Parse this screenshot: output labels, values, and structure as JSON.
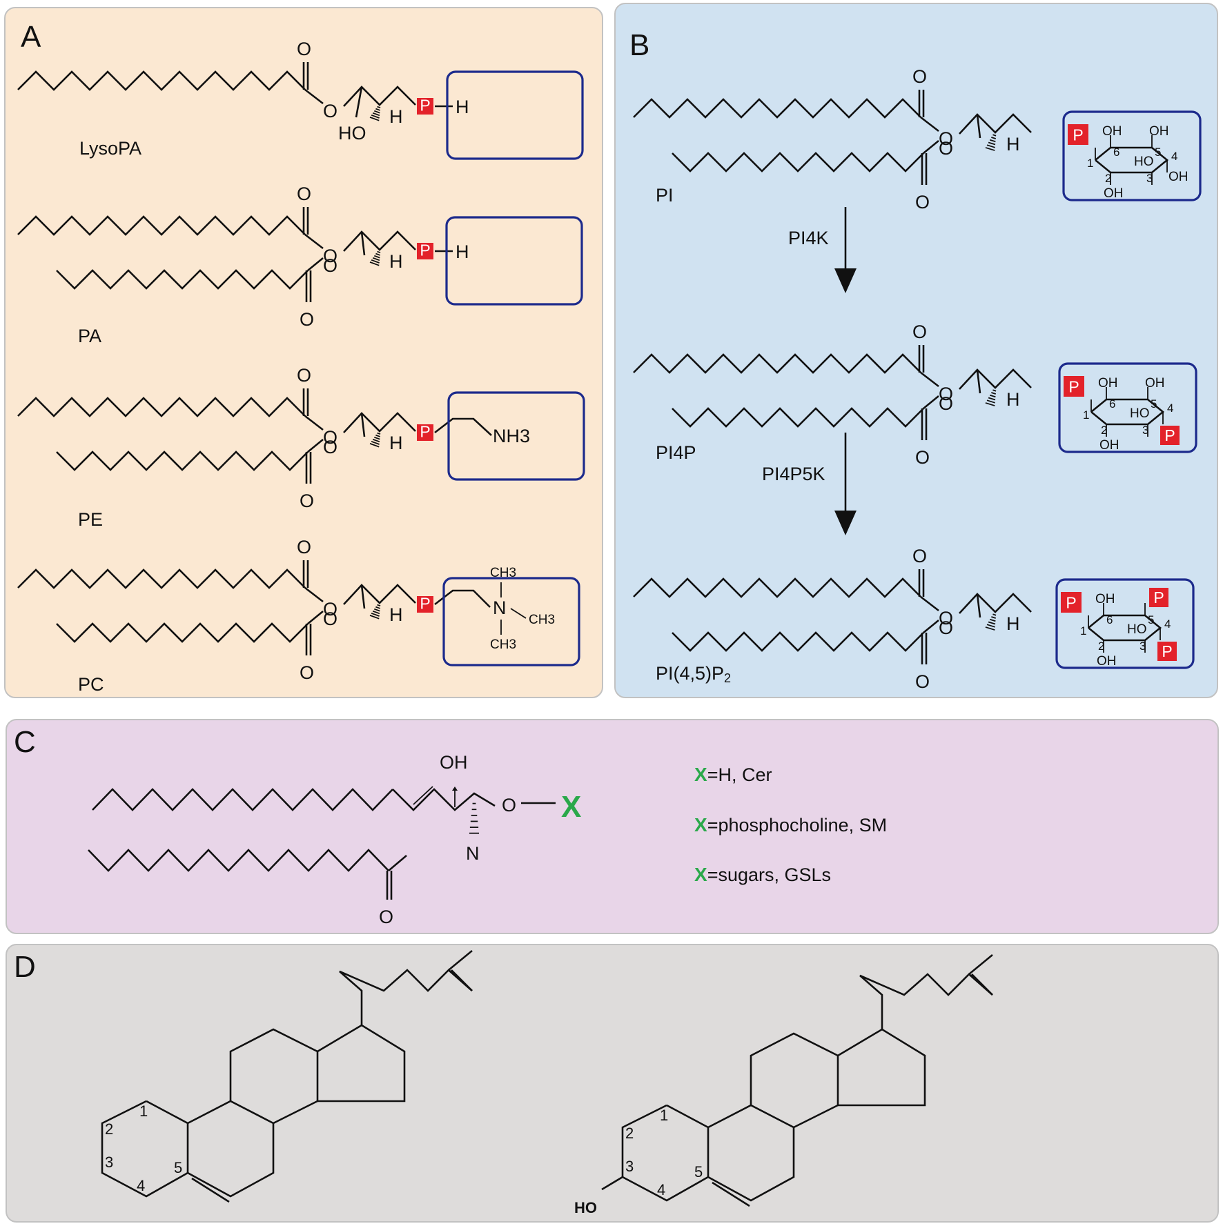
{
  "panels": {
    "a": {
      "label": "A"
    },
    "b": {
      "label": "B"
    },
    "c": {
      "label": "C"
    },
    "d": {
      "label": "D"
    }
  },
  "panel_a": {
    "lipids": [
      "LysoPA",
      "PA",
      "PE",
      "PC"
    ]
  },
  "panel_b": {
    "lipids": [
      "PI",
      "PI4P",
      "PI(4,5)P2"
    ],
    "enzymes": [
      "PI4K",
      "PI4P5K"
    ]
  },
  "panel_c": {
    "oh": "OH",
    "o": "O",
    "n": "N",
    "carbonyl_o": "O",
    "x": "X",
    "legend": [
      {
        "x": "X",
        "text": "=H, Cer"
      },
      {
        "x": "X",
        "text": "=phosphocholine, SM"
      },
      {
        "x": "X",
        "text": "=sugars, GSLs"
      }
    ]
  },
  "panel_d": {
    "left_numbers": [
      "1",
      "2",
      "3",
      "4",
      "5"
    ],
    "right_numbers": [
      "1",
      "2",
      "3",
      "4",
      "5"
    ],
    "hydroxyl": "HO"
  },
  "atoms": {
    "o": "O",
    "h": "H",
    "ho": "HO",
    "oh": "OH",
    "p": "P",
    "nh3": "NH3",
    "ch3": "CH3",
    "n": "N",
    "ring_numbers": [
      "1",
      "2",
      "3",
      "4",
      "5",
      "6"
    ]
  },
  "colors": {
    "panel_a_bg": "#fbe8d2",
    "panel_b_bg": "#d0e2f1",
    "panel_c_bg": "#e8d5e8",
    "panel_d_bg": "#dedcdb",
    "headgroup_box": "#1c2a8c",
    "phosphate_red": "#e3222a",
    "x_green": "#2aa84a",
    "hydroxyl_red": "#e3222a"
  }
}
